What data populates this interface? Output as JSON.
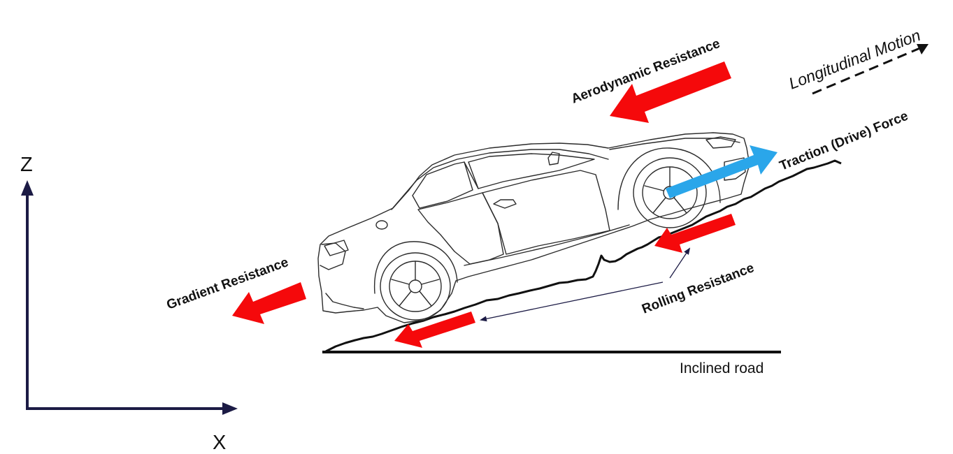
{
  "axes": {
    "z_label": "Z",
    "x_label": "X"
  },
  "labels": {
    "aerodynamic": "Aerodynamic Resistance",
    "longitudinal": "Longitudinal Motion",
    "traction": "Traction (Drive) Force",
    "gradient": "Gradient Resistance",
    "rolling": "Rolling Resistance",
    "road": "Inclined road"
  },
  "colors": {
    "resistance_arrow": "#f5090b",
    "traction_arrow": "#2aa6ea",
    "axis": "#1c1b45",
    "line": "#111111"
  },
  "icons": {
    "car": "sports-car-outline",
    "axes": "z-x-coordinate-axes"
  }
}
